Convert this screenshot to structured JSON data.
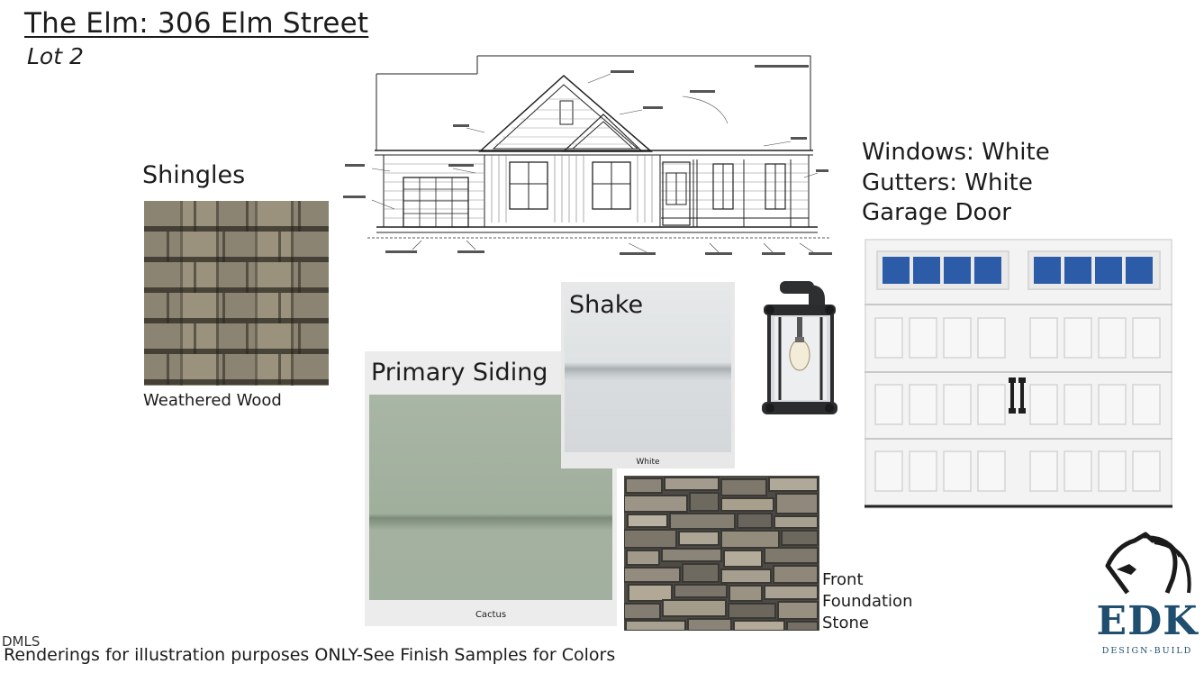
{
  "header": {
    "title": "The Elm: 306 Elm Street",
    "subtitle": "Lot 2"
  },
  "shingles": {
    "heading": "Shingles",
    "color_name": "Weathered Wood"
  },
  "primary_siding": {
    "heading": "Primary Siding",
    "color_name": "Cactus"
  },
  "shake": {
    "heading": "Shake",
    "color_name": "White"
  },
  "stone": {
    "label_line1": "Front",
    "label_line2": "Foundation",
    "label_line3": "Stone"
  },
  "exterior_notes": {
    "windows": "Windows: White",
    "gutters": "Gutters: White",
    "garage": "Garage Door"
  },
  "logo": {
    "name": "EDK",
    "tagline": "DESIGN-BUILD"
  },
  "footer": {
    "watermark": "DMLS",
    "disclaimer": "Renderings for illustration purposes ONLY-See Finish Samples for Colors"
  },
  "colors": {
    "logo_blue": "#1f4e6e",
    "garage_window_blue": "#2c5ca8",
    "siding_cactus": "#a2b09f"
  }
}
